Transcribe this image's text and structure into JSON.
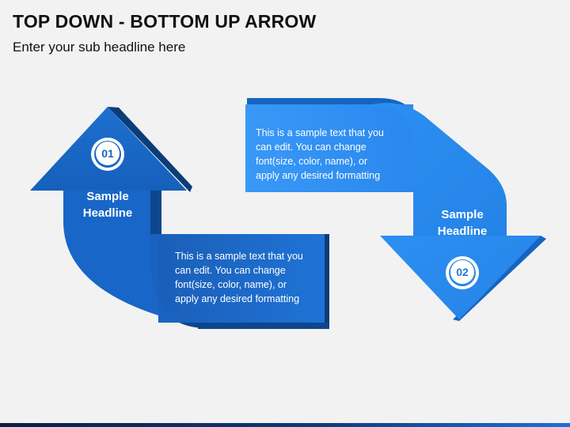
{
  "header": {
    "title": "TOP DOWN - BOTTOM UP ARROW",
    "subtitle": "Enter your sub headline here"
  },
  "steps": [
    {
      "number": "01",
      "headline_line1": "Sample",
      "headline_line2": "Headline",
      "text_lines": [
        "This is a sample text that you",
        "can edit. You can change",
        "font(size, color, name), or",
        "apply any desired formatting"
      ]
    },
    {
      "number": "02",
      "headline_line1": "Sample",
      "headline_line2": "Headline",
      "text_lines": [
        "This is a sample text that you",
        "can edit. You can change",
        "font(size, color, name), or",
        "apply any desired formatting"
      ]
    }
  ],
  "colors": {
    "arrow_up": "#1565c0",
    "arrow_up_dark": "#0b3d7a",
    "arrow_down": "#2b8ef0",
    "arrow_down_dark": "#1565c0",
    "background": "#f2f2f2"
  }
}
